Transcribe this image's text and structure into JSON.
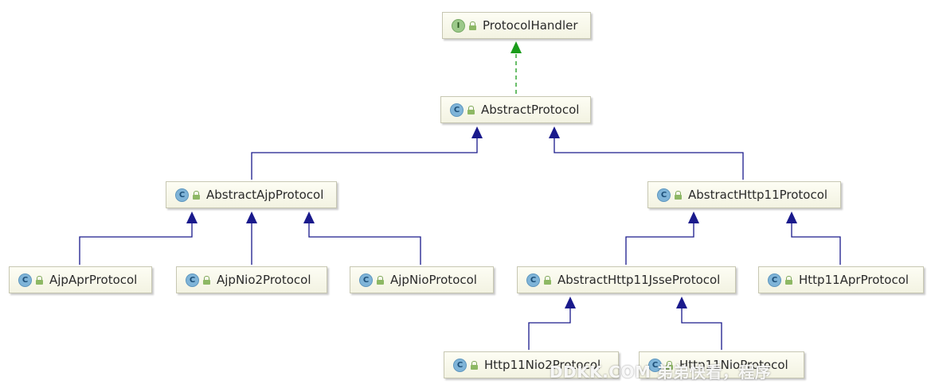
{
  "nodes": {
    "protocol_handler": {
      "kind": "I",
      "name": "ProtocolHandler"
    },
    "abstract_protocol": {
      "kind": "C",
      "name": "AbstractProtocol"
    },
    "abstract_ajp_protocol": {
      "kind": "C",
      "name": "AbstractAjpProtocol"
    },
    "abstract_http11_protocol": {
      "kind": "C",
      "name": "AbstractHttp11Protocol"
    },
    "ajp_apr_protocol": {
      "kind": "C",
      "name": "AjpAprProtocol"
    },
    "ajp_nio2_protocol": {
      "kind": "C",
      "name": "AjpNio2Protocol"
    },
    "ajp_nio_protocol": {
      "kind": "C",
      "name": "AjpNioProtocol"
    },
    "abstract_http11_jsse_protocol": {
      "kind": "C",
      "name": "AbstractHttp11JsseProtocol"
    },
    "http11_apr_protocol": {
      "kind": "C",
      "name": "Http11AprProtocol"
    },
    "http11_nio2_protocol": {
      "kind": "C",
      "name": "Http11Nio2Protocol"
    },
    "http11_nio_protocol": {
      "kind": "C",
      "name": "Http11NioProtocol"
    }
  },
  "edges": [
    {
      "from": "abstract_protocol",
      "to": "protocol_handler",
      "relation": "implements"
    },
    {
      "from": "abstract_ajp_protocol",
      "to": "abstract_protocol",
      "relation": "extends"
    },
    {
      "from": "abstract_http11_protocol",
      "to": "abstract_protocol",
      "relation": "extends"
    },
    {
      "from": "ajp_apr_protocol",
      "to": "abstract_ajp_protocol",
      "relation": "extends"
    },
    {
      "from": "ajp_nio2_protocol",
      "to": "abstract_ajp_protocol",
      "relation": "extends"
    },
    {
      "from": "ajp_nio_protocol",
      "to": "abstract_ajp_protocol",
      "relation": "extends"
    },
    {
      "from": "abstract_http11_jsse_protocol",
      "to": "abstract_http11_protocol",
      "relation": "extends"
    },
    {
      "from": "http11_apr_protocol",
      "to": "abstract_http11_protocol",
      "relation": "extends"
    },
    {
      "from": "http11_nio2_protocol",
      "to": "abstract_http11_jsse_protocol",
      "relation": "extends"
    },
    {
      "from": "http11_nio_protocol",
      "to": "abstract_http11_jsse_protocol",
      "relation": "extends"
    }
  ],
  "colors": {
    "extends_arrow": "#1a1a8c",
    "implements_arrow": "#1a9c1a",
    "class_badge": "#7fb4d8",
    "interface_badge": "#9cc98a"
  },
  "watermark": "DDKK.COM 弟弟快看，程序"
}
